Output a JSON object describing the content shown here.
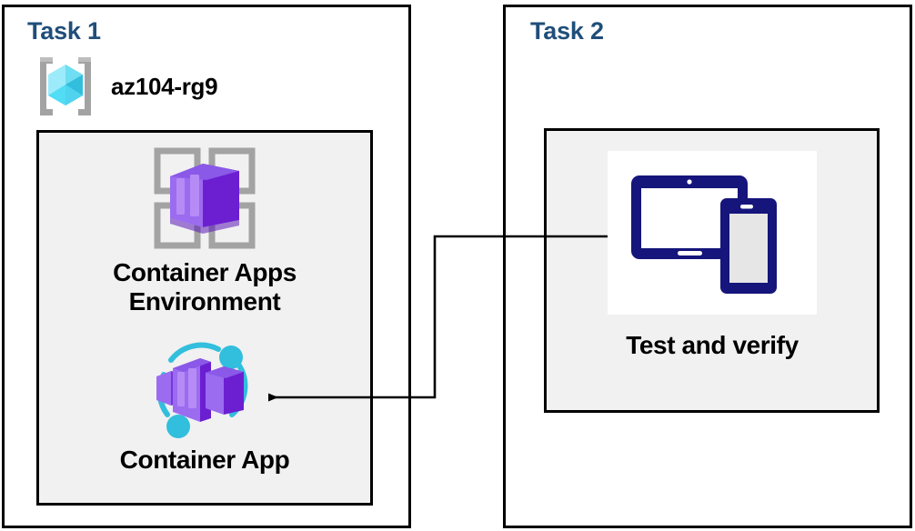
{
  "diagram": {
    "title": "Azure Container Apps task diagram",
    "background": "#ffffff",
    "colors": {
      "task_title": "#1F4E79",
      "box_border": "#000000",
      "panel_fill": "#f1f1f1",
      "panel_border": "#000000",
      "connector": "#000000",
      "rg_cube_light": "#9CEBFB",
      "rg_cube_mid": "#50DDF5",
      "rg_cube_dark": "#32BEDD",
      "rg_bracket": "#A3A3A3",
      "container_purple_light": "#A179F2",
      "container_purple_mid": "#8A59E8",
      "container_purple_dark": "#6B1FD1",
      "container_grid_gray": "#A3A3A3",
      "container_app_cyan": "#32BEDD",
      "device_navy": "#15157B",
      "device_screen_gray": "#E6E6E6",
      "label_text": "#000000"
    }
  },
  "task1": {
    "title": "Task 1",
    "resource_group": {
      "icon": "azure-resource-group-icon",
      "label": "az104-rg9"
    },
    "resources": [
      {
        "icon": "container-apps-environment-icon",
        "label": "Container Apps\nEnvironment"
      },
      {
        "icon": "container-app-icon",
        "label": "Container App"
      }
    ]
  },
  "task2": {
    "title": "Task 2",
    "resources": [
      {
        "icon": "test-and-verify-devices-icon",
        "label": "Test and verify"
      }
    ]
  },
  "connector": {
    "name": "test-to-container-app-arrow",
    "from": "test-and-verify-devices-icon",
    "to": "container-app-icon",
    "arrowhead": "left",
    "style": "elbow"
  }
}
